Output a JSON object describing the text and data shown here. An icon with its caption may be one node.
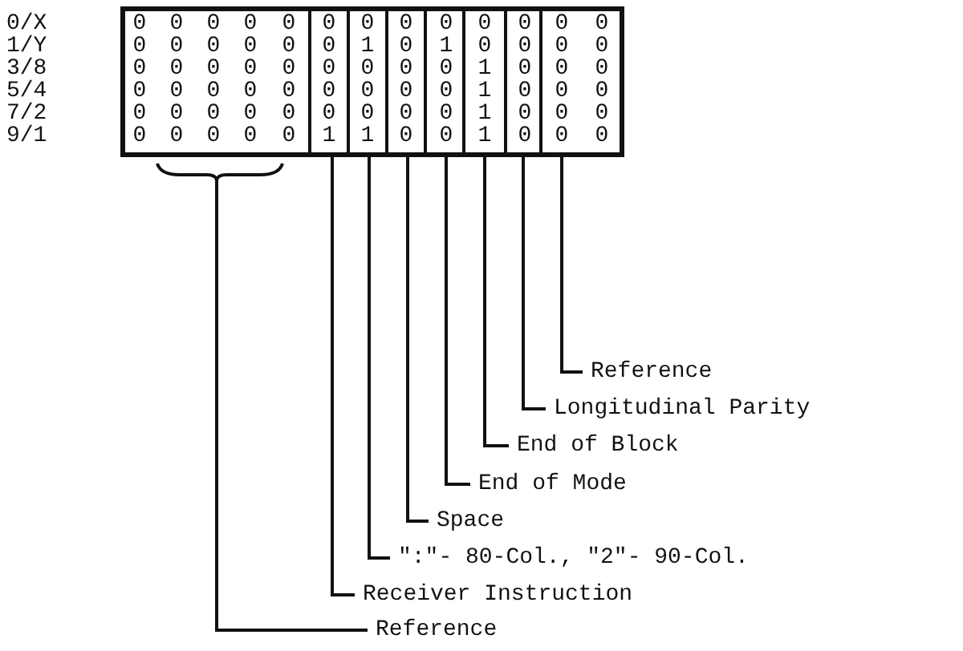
{
  "diagram": {
    "nodes": [
      {
        "text": [],
        "shape": "bar"
      },
      {
        "text": [],
        "shape": "bar"
      },
      {
        "text": [],
        "shape": "bar"
      },
      {
        "text": [],
        "shape": "bar"
      },
      {
        "text": [],
        "shape": "bar"
      },
      {
        "text": [],
        "shape": "bar"
      },
      {
        "text": [],
        "shape": "bar"
      },
      {
        "text": [],
        "shape": "bar"
      },
      {
        "text": [
          "Reference"
        ]
      },
      {
        "text": [
          "Longitudinal Parity"
        ]
      },
      {
        "text": [
          "End of Block"
        ]
      },
      {
        "text": [
          "End of Mode"
        ]
      },
      {
        "text": [
          "Space"
        ]
      },
      {
        "text": [
          "\":\"- 80-Col., \"2\"- 90-Col."
        ]
      },
      {
        "text": [
          "Receiver Instruction"
        ]
      },
      {
        "text": [
          "Reference"
        ]
      }
    ],
    "edges": [
      {
        "from": 15,
        "to": 0,
        "arrow": "none"
      },
      {
        "from": 14,
        "to": 1,
        "arrow": "none"
      },
      {
        "from": 13,
        "to": 2,
        "arrow": "none"
      },
      {
        "from": 12,
        "to": 3,
        "arrow": "none"
      },
      {
        "from": 11,
        "to": 4,
        "arrow": "none"
      },
      {
        "from": 10,
        "to": 5,
        "arrow": "none"
      },
      {
        "from": 9,
        "to": 6,
        "arrow": "none"
      },
      {
        "from": 8,
        "to": 7,
        "arrow": "none"
      }
    ],
    "labels": [
      "0/X",
      "0",
      "0",
      "0",
      "0",
      "0",
      "0",
      "0",
      "0",
      "0",
      "0",
      "0",
      "0",
      "0",
      "1/Y",
      "0",
      "0",
      "0",
      "0",
      "0",
      "0",
      "1",
      "0",
      "1",
      "0",
      "0",
      "0",
      "0",
      "3/8",
      "0",
      "0",
      "0",
      "0",
      "0",
      "0",
      "0",
      "0",
      "0",
      "1",
      "0",
      "0",
      "0",
      "5/4",
      "0",
      "0",
      "0",
      "0",
      "0",
      "0",
      "0",
      "0",
      "0",
      "1",
      "0",
      "0",
      "0",
      "7/2",
      "0",
      "0",
      "0",
      "0",
      "0",
      "0",
      "0",
      "0",
      "0",
      "1",
      "0",
      "0",
      "0",
      "9/1",
      "0",
      "0",
      "0",
      "0",
      "0",
      "1",
      "1",
      "0",
      "0",
      "1",
      "0",
      "0",
      "0"
    ]
  }
}
